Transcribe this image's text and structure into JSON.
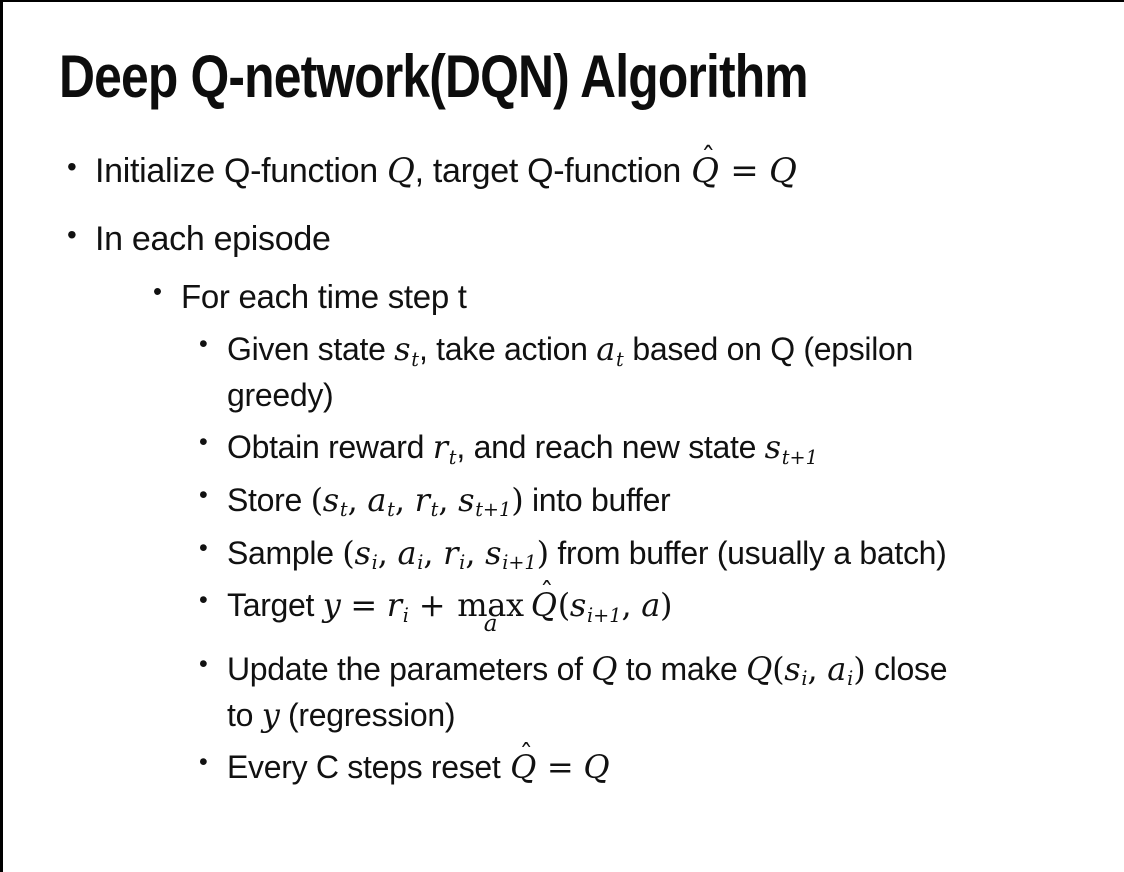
{
  "slide": {
    "background": "#ffffff",
    "border_color": "#000000",
    "text_color": "#111111",
    "title": "Deep Q-network(DQN) Algorithm",
    "glyphs": {
      "bullet": "•",
      "hat": "ˆ"
    },
    "bullets": [
      {
        "level": 1,
        "segments": [
          {
            "k": "t",
            "v": "Initialize Q-function "
          },
          {
            "k": "m",
            "v": "Q"
          },
          {
            "k": "t",
            "v": ", target Q-function "
          },
          {
            "k": "hat",
            "v": "Q"
          },
          {
            "k": "mr",
            "v": " = "
          },
          {
            "k": "m",
            "v": "Q"
          }
        ]
      },
      {
        "level": 1,
        "segments": [
          {
            "k": "t",
            "v": "In each episode"
          }
        ]
      },
      {
        "level": 2,
        "segments": [
          {
            "k": "t",
            "v": "For each time step t"
          }
        ]
      },
      {
        "level": 3,
        "segments": [
          {
            "k": "t",
            "v": "Given state "
          },
          {
            "k": "ms",
            "v": "s",
            "sub": "t"
          },
          {
            "k": "t",
            "v": ", take action "
          },
          {
            "k": "ms",
            "v": "a",
            "sub": "t"
          },
          {
            "k": "t",
            "v": " based on Q (epsilon"
          },
          {
            "k": "br",
            "v": ""
          },
          {
            "k": "t",
            "v": "greedy)"
          }
        ]
      },
      {
        "level": 3,
        "segments": [
          {
            "k": "t",
            "v": "Obtain reward "
          },
          {
            "k": "ms",
            "v": "r",
            "sub": "t"
          },
          {
            "k": "t",
            "v": ", and reach new state "
          },
          {
            "k": "ms",
            "v": "s",
            "sub": "t+1"
          }
        ]
      },
      {
        "level": 3,
        "segments": [
          {
            "k": "t",
            "v": "Store "
          },
          {
            "k": "mr",
            "v": "("
          },
          {
            "k": "ms",
            "v": "s",
            "sub": "t"
          },
          {
            "k": "mr",
            "v": ", "
          },
          {
            "k": "ms",
            "v": "a",
            "sub": "t"
          },
          {
            "k": "mr",
            "v": ", "
          },
          {
            "k": "ms",
            "v": "r",
            "sub": "t"
          },
          {
            "k": "mr",
            "v": ", "
          },
          {
            "k": "ms",
            "v": "s",
            "sub": "t+1"
          },
          {
            "k": "mr",
            "v": ")"
          },
          {
            "k": "t",
            "v": " into buffer"
          }
        ]
      },
      {
        "level": 3,
        "segments": [
          {
            "k": "t",
            "v": "Sample "
          },
          {
            "k": "mr",
            "v": "("
          },
          {
            "k": "ms",
            "v": "s",
            "sub": "i"
          },
          {
            "k": "mr",
            "v": ", "
          },
          {
            "k": "ms",
            "v": "a",
            "sub": "i"
          },
          {
            "k": "mr",
            "v": ", "
          },
          {
            "k": "ms",
            "v": "r",
            "sub": "i"
          },
          {
            "k": "mr",
            "v": ", "
          },
          {
            "k": "ms",
            "v": "s",
            "sub": "i+1"
          },
          {
            "k": "mr",
            "v": ")"
          },
          {
            "k": "t",
            "v": " from buffer (usually a batch)"
          }
        ]
      },
      {
        "level": 3,
        "segments": [
          {
            "k": "t",
            "v": "Target "
          },
          {
            "k": "m",
            "v": "y"
          },
          {
            "k": "mr",
            "v": " = "
          },
          {
            "k": "ms",
            "v": "r",
            "sub": "i"
          },
          {
            "k": "mr",
            "v": " + "
          },
          {
            "k": "max",
            "v": "max",
            "sub": "a"
          },
          {
            "k": "hat",
            "v": "Q"
          },
          {
            "k": "mr",
            "v": "("
          },
          {
            "k": "ms",
            "v": "s",
            "sub": "i+1"
          },
          {
            "k": "mr",
            "v": ", "
          },
          {
            "k": "m",
            "v": "a"
          },
          {
            "k": "mr",
            "v": ")"
          }
        ]
      },
      {
        "level": 3,
        "segments": [
          {
            "k": "t",
            "v": "Update the parameters of "
          },
          {
            "k": "m",
            "v": "Q"
          },
          {
            "k": "t",
            "v": " to make "
          },
          {
            "k": "m",
            "v": "Q"
          },
          {
            "k": "mr",
            "v": "("
          },
          {
            "k": "ms",
            "v": "s",
            "sub": "i"
          },
          {
            "k": "mr",
            "v": ", "
          },
          {
            "k": "ms",
            "v": "a",
            "sub": "i"
          },
          {
            "k": "mr",
            "v": ")"
          },
          {
            "k": "t",
            "v": " close"
          },
          {
            "k": "br",
            "v": ""
          },
          {
            "k": "t",
            "v": "to "
          },
          {
            "k": "m",
            "v": "y"
          },
          {
            "k": "t",
            "v": " (regression)"
          }
        ]
      },
      {
        "level": 3,
        "segments": [
          {
            "k": "t",
            "v": "Every C steps reset "
          },
          {
            "k": "hat",
            "v": "Q"
          },
          {
            "k": "mr",
            "v": " = "
          },
          {
            "k": "m",
            "v": "Q"
          }
        ]
      }
    ]
  }
}
